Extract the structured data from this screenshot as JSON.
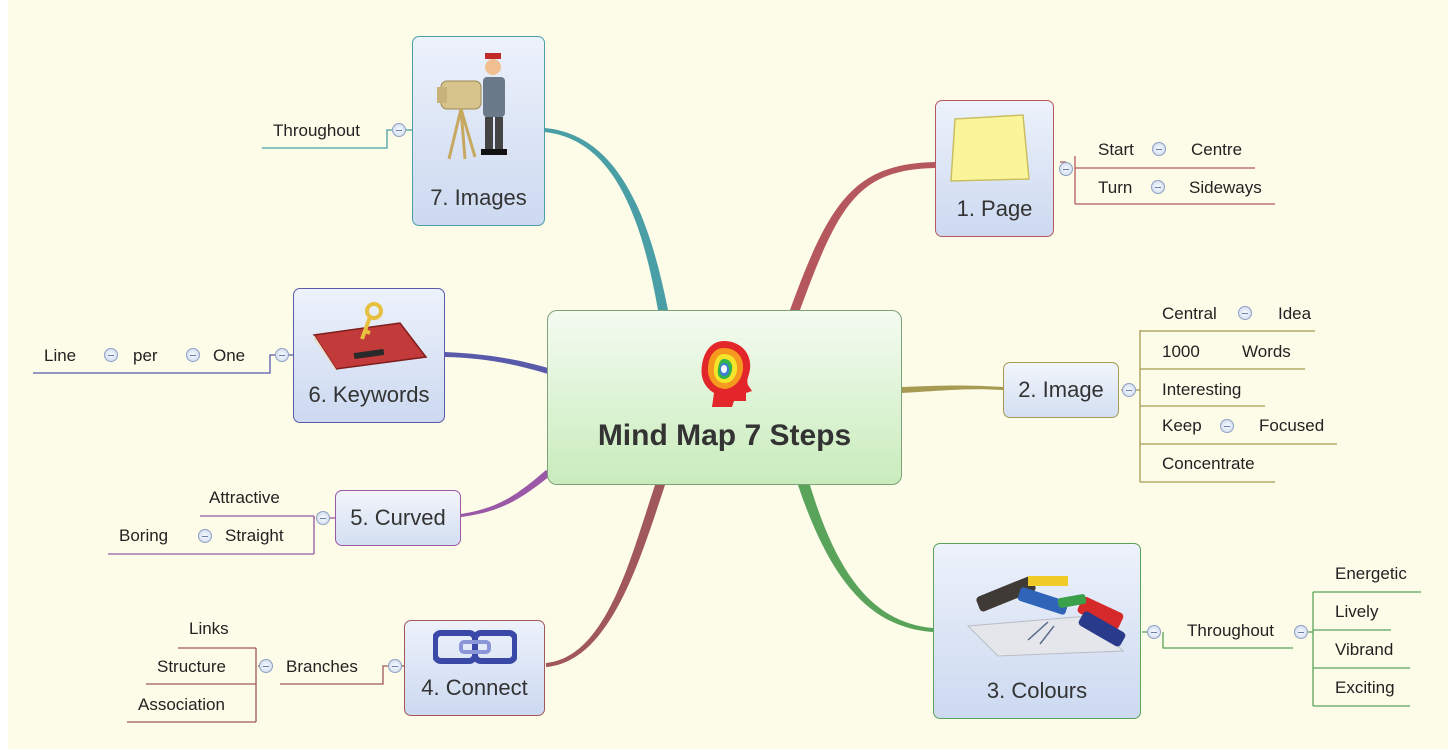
{
  "central": {
    "title": "Mind Map 7 Steps",
    "icon": "head-profile-icon"
  },
  "topics": {
    "page": {
      "label": "1. Page",
      "icon": "sticky-note-icon",
      "color": "#b5585e"
    },
    "image": {
      "label": "2. Image",
      "color": "#a79a52"
    },
    "colours": {
      "label": "3. Colours",
      "icon": "crayons-icon",
      "color": "#5aa35a"
    },
    "connect": {
      "label": "4. Connect",
      "icon": "chain-icon",
      "color": "#a0585a"
    },
    "curved": {
      "label": "5. Curved",
      "color": "#9a58a6"
    },
    "keywords": {
      "label": "6. Keywords",
      "icon": "book-key-icon",
      "color": "#5a5aaa"
    },
    "images": {
      "label": "7. Images",
      "icon": "camera-man-icon",
      "color": "#4a9fa6"
    }
  },
  "leaves": {
    "page_start": "Start",
    "page_centre": "Centre",
    "page_turn": "Turn",
    "page_sideways": "Sideways",
    "image_central": "Central",
    "image_idea": "Idea",
    "image_1000": "1000",
    "image_words": "Words",
    "image_interesting": "Interesting",
    "image_keep": "Keep",
    "image_focused": "Focused",
    "image_concentrate": "Concentrate",
    "colours_throughout": "Throughout",
    "colours_energetic": "Energetic",
    "colours_lively": "Lively",
    "colours_vibrand": "Vibrand",
    "colours_exciting": "Exciting",
    "connect_branches": "Branches",
    "connect_links": "Links",
    "connect_structure": "Structure",
    "connect_association": "Association",
    "curved_attractive": "Attractive",
    "curved_straight": "Straight",
    "curved_boring": "Boring",
    "keywords_line": "Line",
    "keywords_per": "per",
    "keywords_one": "One",
    "images_throughout": "Throughout"
  }
}
